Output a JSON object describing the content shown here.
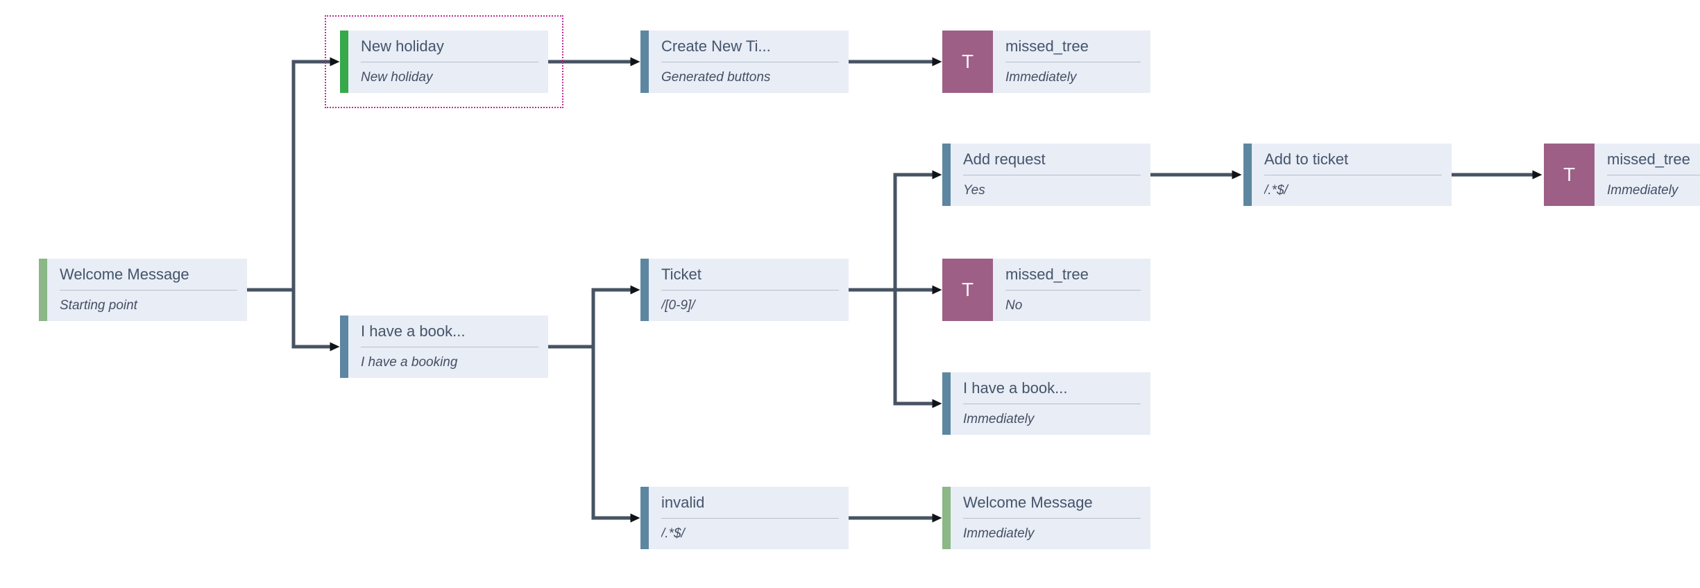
{
  "canvas": {
    "background": "#ffffff"
  },
  "palette": {
    "node_background": "#e8edf6",
    "title_color": "#44546a",
    "subtitle_color": "#454f63",
    "divider_color": "#b9c0c9",
    "accent_green_muted": "#8cb787",
    "accent_green_bright": "#38a94a",
    "accent_blue": "#5d87a1",
    "tree_purple": "#9d5f86",
    "edge_color": "#475363",
    "arrowhead_color": "#101418",
    "selection_dotted_color": "#bd2d92"
  },
  "nodes": [
    {
      "id": "welcome-start",
      "title": "Welcome Message",
      "subtitle": "Starting point",
      "type": "message",
      "accent": "green-muted",
      "selected": false
    },
    {
      "id": "new-holiday",
      "title": "New holiday",
      "subtitle": "New holiday",
      "type": "message",
      "accent": "green-bright",
      "selected": true
    },
    {
      "id": "create-new-ticket",
      "title": "Create New Ti...",
      "subtitle": "Generated buttons",
      "type": "message",
      "accent": "blue",
      "selected": false
    },
    {
      "id": "missed-tree-top",
      "title": "missed_tree",
      "subtitle": "Immediately",
      "type": "tree",
      "icon": "T",
      "selected": false
    },
    {
      "id": "i-have-a-booking",
      "title": "I have a book...",
      "subtitle": "I have a booking",
      "type": "message",
      "accent": "blue",
      "selected": false
    },
    {
      "id": "ticket",
      "title": "Ticket",
      "subtitle": "/[0-9]/",
      "type": "message",
      "accent": "blue",
      "selected": false
    },
    {
      "id": "add-request",
      "title": "Add request",
      "subtitle": "Yes",
      "type": "message",
      "accent": "blue",
      "selected": false
    },
    {
      "id": "add-to-ticket",
      "title": "Add to ticket",
      "subtitle": "/.*$/",
      "type": "message",
      "accent": "blue",
      "selected": false
    },
    {
      "id": "missed-tree-right",
      "title": "missed_tree",
      "subtitle": "Immediately",
      "type": "tree",
      "icon": "T",
      "selected": false
    },
    {
      "id": "missed-tree-no",
      "title": "missed_tree",
      "subtitle": "No",
      "type": "tree",
      "icon": "T",
      "selected": false
    },
    {
      "id": "i-have-a-booking-immediately",
      "title": "I have a book...",
      "subtitle": "Immediately",
      "type": "message",
      "accent": "blue",
      "selected": false
    },
    {
      "id": "invalid",
      "title": "invalid",
      "subtitle": "/.*$/",
      "type": "message",
      "accent": "blue",
      "selected": false
    },
    {
      "id": "welcome-message-immediately",
      "title": "Welcome Message",
      "subtitle": "Immediately",
      "type": "message",
      "accent": "green-muted",
      "selected": false
    }
  ],
  "edges": [
    {
      "from": "welcome-start",
      "to": "new-holiday"
    },
    {
      "from": "welcome-start",
      "to": "i-have-a-booking"
    },
    {
      "from": "new-holiday",
      "to": "create-new-ticket"
    },
    {
      "from": "create-new-ticket",
      "to": "missed-tree-top"
    },
    {
      "from": "i-have-a-booking",
      "to": "ticket"
    },
    {
      "from": "i-have-a-booking",
      "to": "invalid"
    },
    {
      "from": "ticket",
      "to": "add-request"
    },
    {
      "from": "ticket",
      "to": "missed-tree-no"
    },
    {
      "from": "ticket",
      "to": "i-have-a-booking-immediately"
    },
    {
      "from": "add-request",
      "to": "add-to-ticket"
    },
    {
      "from": "add-to-ticket",
      "to": "missed-tree-right"
    },
    {
      "from": "invalid",
      "to": "welcome-message-immediately"
    }
  ]
}
